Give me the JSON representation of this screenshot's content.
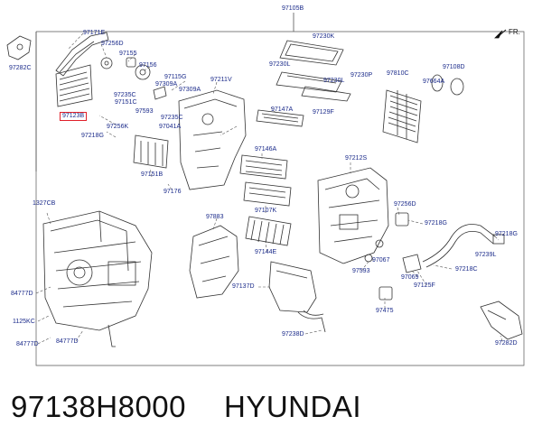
{
  "diagram": {
    "callouts": {
      "c97105b": "97105B",
      "c97171e": "97171E",
      "c97256d_top": "97256D",
      "c97155": "97155",
      "c97156": "97156",
      "c97282c": "97282C",
      "c97115g": "97115G",
      "c97309a_1": "97309A",
      "c97309a_2": "97309A",
      "c97211v": "97211V",
      "c97235c_1": "97235C",
      "c97151c": "97151C",
      "c97593_top": "97593",
      "c97235c_2": "97235C",
      "c97123b": "97123B",
      "c97256k": "97256K",
      "c97218g_left": "97218G",
      "c97041a": "97041A",
      "c97147a": "97147A",
      "c97230k": "97230K",
      "c97230l_1": "97230L",
      "c97230p": "97230P",
      "c97230l_2": "97230L",
      "c97129f": "97129F",
      "c97810c": "97810C",
      "c97108d": "97108D",
      "c97664a": "97664A",
      "c97146a": "97146A",
      "c97212s": "97212S",
      "c97151b": "97151B",
      "c97176": "97176",
      "c97107k": "97107K",
      "c1327cb": "1327CB",
      "c97883": "97883",
      "c97256d_right": "97256D",
      "c97218g_mid": "97218G",
      "c97218g_right": "97218G",
      "c97239l": "97239L",
      "c97144e": "97144E",
      "c97067": "97067",
      "c97593_bottom": "97593",
      "c97218c": "97218C",
      "c97069": "97069",
      "c97125f": "97125F",
      "c84777d_1": "84777D",
      "c97137d": "97137D",
      "c97475": "97475",
      "c1125kc": "1125KC",
      "c97238d": "97238D",
      "c84777d_2": "84777D",
      "c84777d_3": "84777D",
      "c97282d": "97282D"
    },
    "front_marker": "FR.",
    "colors": {
      "callout_text": "#1a2a8a",
      "highlight": "#e0202a",
      "line": "#333333"
    }
  },
  "caption": {
    "part_number": "97138H8000",
    "brand": "HYUNDAI"
  }
}
